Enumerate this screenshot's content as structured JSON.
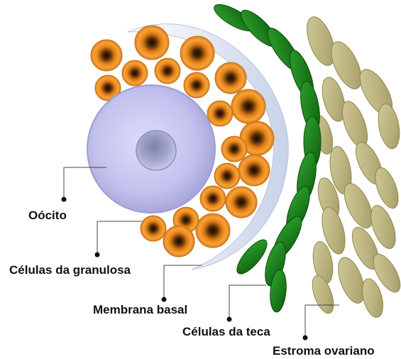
{
  "labels": {
    "oocyte": "Oócito",
    "granulosa": "Células da granulosa",
    "basal_membrane": "Membrana basal",
    "theca": "Células da teca",
    "stroma": "Estroma ovariano"
  },
  "colors": {
    "oocyte": "#c9c8f0",
    "nucleus": "#9da0c8",
    "granulosa_outer": "#f59a2a",
    "granulosa_inner": "#2b1606",
    "theca": "#1e8a1e",
    "stroma": "#bdb683",
    "basal_membrane": "#d9e2f2",
    "leader": "#333333"
  }
}
